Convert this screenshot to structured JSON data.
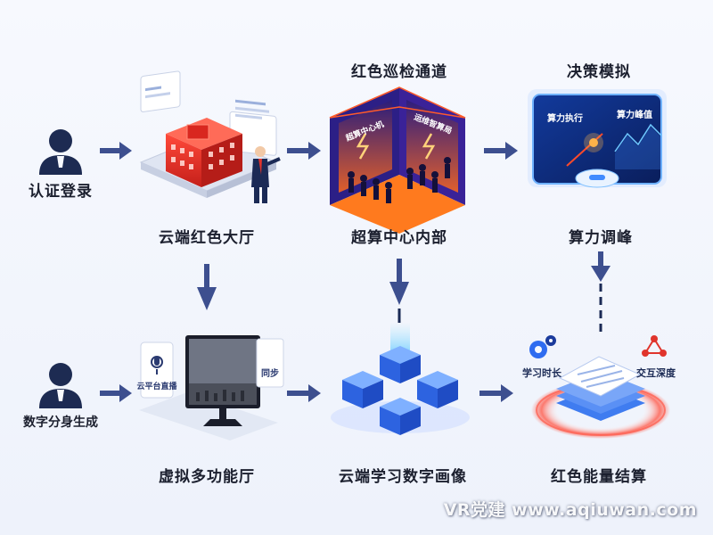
{
  "login": {
    "auth_label": "认证登录",
    "avatar_label": "数字分身生成"
  },
  "top_row": {
    "hall": {
      "label": "云端红色大厅"
    },
    "inspection": {
      "title": "红色巡检通道",
      "label": "超算中心内部",
      "panel_left": "超算中心机",
      "panel_right": "运维智算局"
    },
    "decision": {
      "title": "决策模拟",
      "label": "算力调峰",
      "chip_left": "算力执行",
      "chip_right": "算力峰值"
    }
  },
  "bottom_row": {
    "virtual_hall": {
      "label": "虚拟多功能厅",
      "card_text": "云平台直播",
      "side_card": "同步"
    },
    "portrait": {
      "label": "云端学习数字画像"
    },
    "settlement": {
      "label": "红色能量结算",
      "metric_left": "学习时长",
      "metric_right": "交互深度"
    }
  },
  "watermark": "VR党建 www.aqiuwan.com",
  "colors": {
    "arrow": "#3d4f8f",
    "red": "#e0342c",
    "blue": "#2f6cf0",
    "navy": "#1b2a55"
  }
}
